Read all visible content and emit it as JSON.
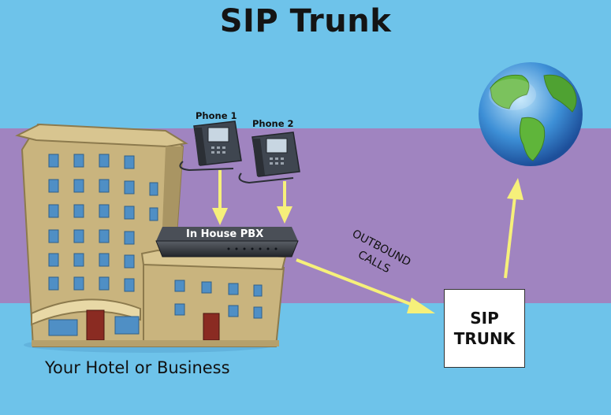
{
  "title": "SIP Trunk",
  "phones": [
    {
      "label": "Phone 1"
    },
    {
      "label": "Phone 2"
    }
  ],
  "pbx": {
    "label": "In House PBX"
  },
  "outbound": {
    "line1": "OUTBOUND",
    "line2": "CALLS"
  },
  "sip_trunk": {
    "line1": "SIP",
    "line2": "TRUNK"
  },
  "hotel": {
    "label": "Your Hotel or Business"
  },
  "colors": {
    "sky": "#6ec3ea",
    "band": "#a084c0",
    "arrow": "#f6f07a",
    "building": "#c9b47e"
  }
}
